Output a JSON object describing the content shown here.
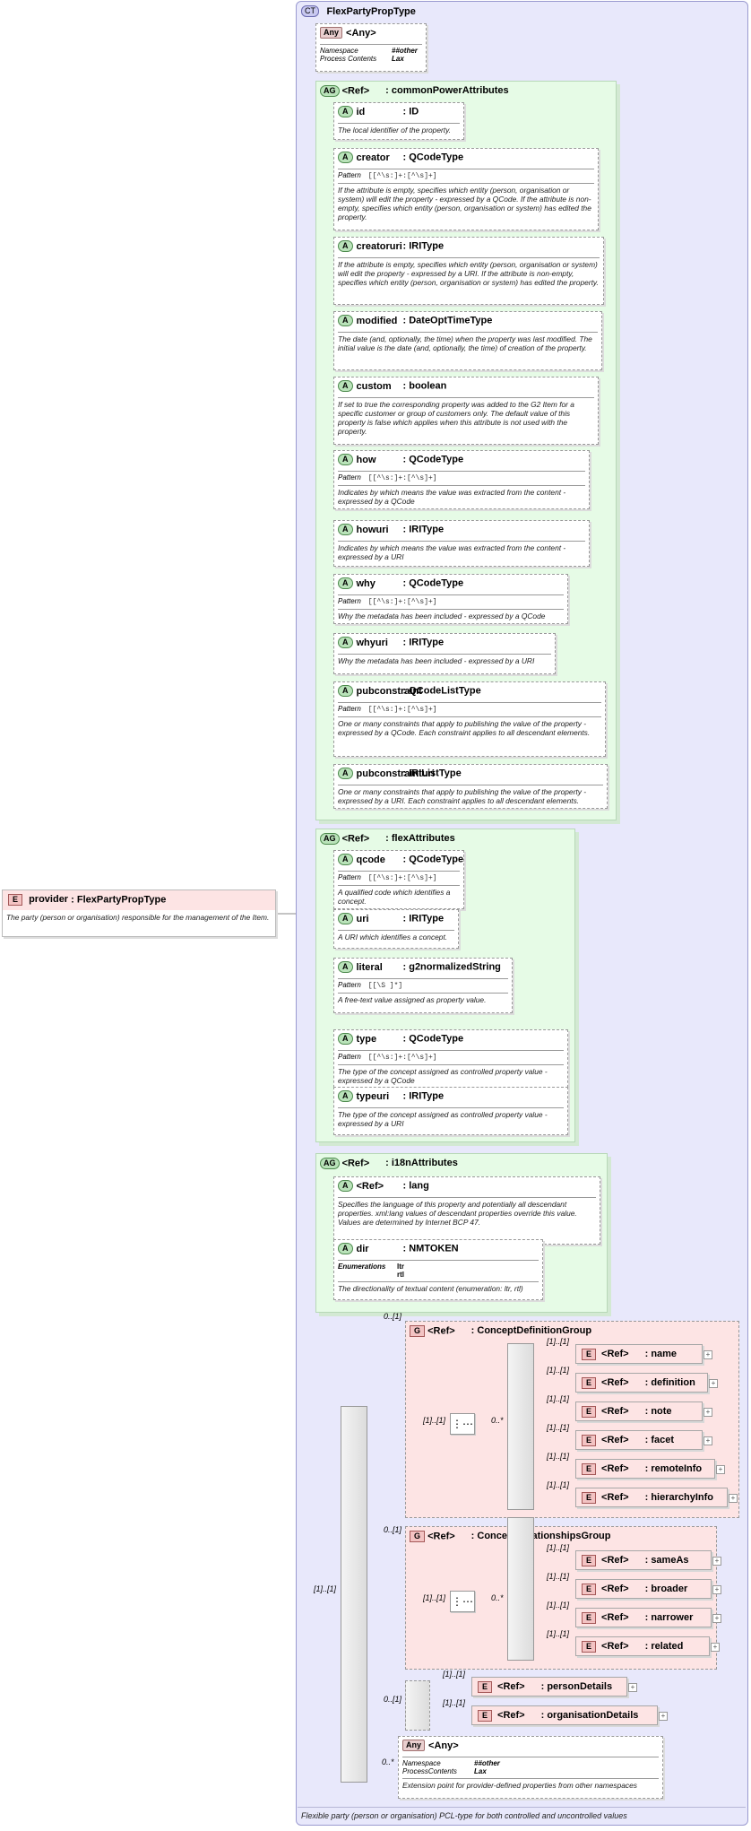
{
  "complex_type": {
    "badge": "CT",
    "name": "FlexPartyPropType",
    "doc": "Flexible party (person or organisation) PCL-type for both controlled and uncontrolled values"
  },
  "root_any": {
    "badge": "Any",
    "title": "<Any>",
    "ns_label": "Namespace",
    "ns_value": "##other",
    "pc_label": "Process Contents",
    "pc_value": "Lax"
  },
  "provider": {
    "badge": "E",
    "name": "provider",
    "type": ": FlexPartyPropType",
    "doc": "The party (person or organisation) responsible for the management of the Item."
  },
  "groups": [
    {
      "badge": "AG",
      "ref": "<Ref>",
      "name": ": commonPowerAttributes"
    },
    {
      "badge": "AG",
      "ref": "<Ref>",
      "name": ": flexAttributes"
    },
    {
      "badge": "AG",
      "ref": "<Ref>",
      "name": ": i18nAttributes"
    }
  ],
  "attributes": [
    {
      "badge": "A",
      "name": "id",
      "type": ": ID",
      "pattern": "",
      "doc": "The local identifier of the property."
    },
    {
      "badge": "A",
      "name": "creator",
      "type": ": QCodeType",
      "pattern": "[[^\\s:]+:[^\\s]+]",
      "doc": "If the attribute is empty, specifies which entity (person, organisation or system) will edit the property - expressed by a QCode. If the attribute is non-empty, specifies which entity (person, organisation or system) has edited the property."
    },
    {
      "badge": "A",
      "name": "creatoruri",
      "type": ": IRIType",
      "pattern": "",
      "doc": "If the attribute is empty, specifies which entity (person, organisation or system) will edit the property - expressed by a URI. If the attribute is non-empty, specifies which entity (person, organisation or system) has edited the property."
    },
    {
      "badge": "A",
      "name": "modified",
      "type": ": DateOptTimeType",
      "pattern": "",
      "doc": "The date (and, optionally, the time) when the property was last modified. The initial value is the date (and, optionally, the time) of creation of the property."
    },
    {
      "badge": "A",
      "name": "custom",
      "type": ": boolean",
      "pattern": "",
      "doc": "If set to true the corresponding property was added to the G2 Item for a specific customer or group of customers only. The default value of this property is false which applies when this attribute is not used with the property."
    },
    {
      "badge": "A",
      "name": "how",
      "type": ": QCodeType",
      "pattern": "[[^\\s:]+:[^\\s]+]",
      "doc": "Indicates by which means the value was extracted from the content - expressed by a QCode"
    },
    {
      "badge": "A",
      "name": "howuri",
      "type": ": IRIType",
      "pattern": "",
      "doc": "Indicates by which means the value was extracted from the content - expressed by a URI"
    },
    {
      "badge": "A",
      "name": "why",
      "type": ": QCodeType",
      "pattern": "[[^\\s:]+:[^\\s]+]",
      "doc": "Why the metadata has been included - expressed by a QCode"
    },
    {
      "badge": "A",
      "name": "whyuri",
      "type": ": IRIType",
      "pattern": "",
      "doc": "Why the metadata has been included - expressed by a URI"
    },
    {
      "badge": "A",
      "name": "pubconstraint",
      "type": ": QCodeListType",
      "pattern": "[[^\\s:]+:[^\\s]+]",
      "doc": "One or many constraints that apply to publishing the value of the property - expressed by a QCode. Each constraint applies to all descendant elements."
    },
    {
      "badge": "A",
      "name": "pubconstrainturi",
      "type": ": IRIListType",
      "pattern": "",
      "doc": "One or many constraints that apply to publishing the value of the property - expressed by a URI. Each constraint applies to all descendant elements."
    },
    {
      "badge": "A",
      "name": "qcode",
      "type": ": QCodeType",
      "pattern": "[[^\\s:]+:[^\\s]+]",
      "doc": "A qualified code which identifies a concept."
    },
    {
      "badge": "A",
      "name": "uri",
      "type": ": IRIType",
      "pattern": "",
      "doc": "A URI which identifies a concept."
    },
    {
      "badge": "A",
      "name": "literal",
      "type": ": g2normalizedString",
      "pattern": "[[\\S ]*]",
      "doc": "A free-text value assigned as property value."
    },
    {
      "badge": "A",
      "name": "type",
      "type": ": QCodeType",
      "pattern": "[[^\\s:]+:[^\\s]+]",
      "doc": "The type of the concept assigned as controlled property value - expressed by a QCode"
    },
    {
      "badge": "A",
      "name": "typeuri",
      "type": ": IRIType",
      "pattern": "",
      "doc": "The type of the concept assigned as controlled property value - expressed by a URI"
    },
    {
      "badge": "A",
      "name": "<Ref>",
      "type": ": lang",
      "pattern": "",
      "doc": "Specifies the language of this property and potentially all descendant properties. xml:lang values of descendant properties override this value. Values are determined by Internet BCP 47."
    },
    {
      "badge": "A",
      "name": "dir",
      "type": ": NMTOKEN",
      "pattern": "",
      "doc": "The directionality of textual content (enumeration: ltr, rtl)"
    }
  ],
  "labels": {
    "pattern": "Pattern",
    "enumerations": "Enumerations",
    "enum_values": [
      "ltr",
      "rtl"
    ]
  },
  "concept_def_group": {
    "badge": "G",
    "ref": "<Ref>",
    "name": ": ConceptDefinitionGroup",
    "card": "0..[1]",
    "inner_card": "[1]..[1]",
    "many": "0..*"
  },
  "concept_rel_group": {
    "badge": "G",
    "ref": "<Ref>",
    "name": ": ConceptRelationshipsGroup",
    "card": "0..[1]",
    "inner_card": "[1]..[1]",
    "many": "0..*"
  },
  "def_elements": [
    {
      "badge": "E",
      "ref": "<Ref>",
      "name": ": name",
      "card": "[1]..[1]"
    },
    {
      "badge": "E",
      "ref": "<Ref>",
      "name": ": definition",
      "card": "[1]..[1]"
    },
    {
      "badge": "E",
      "ref": "<Ref>",
      "name": ": note",
      "card": "[1]..[1]"
    },
    {
      "badge": "E",
      "ref": "<Ref>",
      "name": ": facet",
      "card": "[1]..[1]"
    },
    {
      "badge": "E",
      "ref": "<Ref>",
      "name": ": remoteInfo",
      "card": "[1]..[1]"
    },
    {
      "badge": "E",
      "ref": "<Ref>",
      "name": ": hierarchyInfo",
      "card": "[1]..[1]"
    }
  ],
  "rel_elements": [
    {
      "badge": "E",
      "ref": "<Ref>",
      "name": ": sameAs",
      "card": "[1]..[1]"
    },
    {
      "badge": "E",
      "ref": "<Ref>",
      "name": ": broader",
      "card": "[1]..[1]"
    },
    {
      "badge": "E",
      "ref": "<Ref>",
      "name": ": narrower",
      "card": "[1]..[1]"
    },
    {
      "badge": "E",
      "ref": "<Ref>",
      "name": ": related",
      "card": "[1]..[1]"
    }
  ],
  "choice": {
    "card": "0..[1]",
    "items": [
      {
        "badge": "E",
        "ref": "<Ref>",
        "name": ": personDetails",
        "card": "[1]..[1]"
      },
      {
        "badge": "E",
        "ref": "<Ref>",
        "name": ": organisationDetails",
        "card": "[1]..[1]"
      }
    ]
  },
  "seq": {
    "card": "[1]..[1]"
  },
  "ext_any": {
    "badge": "Any",
    "title": "<Any>",
    "card": "0..*",
    "ns_label": "Namespace",
    "ns_value": "##other",
    "pc_label": "ProcessContents",
    "pc_value": "Lax",
    "doc": "Extension point for provider-defined properties from other namespaces"
  }
}
